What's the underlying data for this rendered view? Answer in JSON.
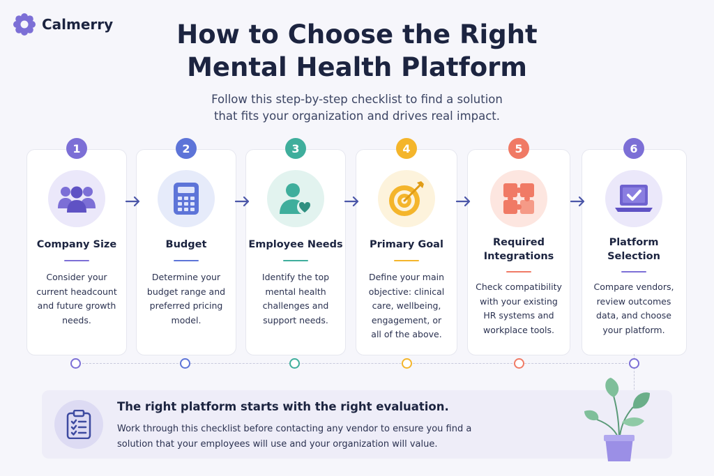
{
  "brand": {
    "name": "Calmerry"
  },
  "header": {
    "title_line1": "How to Choose the Right",
    "title_line2": "Mental Health Platform",
    "subtitle_line1": "Follow this step-by-step checklist to find a solution",
    "subtitle_line2": "that fits your organization and drives real impact."
  },
  "steps": [
    {
      "number": "1",
      "title": "Company Size",
      "desc": "Consider your current headcount and future growth needs.",
      "color": "#7c6fd6",
      "icon": "people-icon"
    },
    {
      "number": "2",
      "title": "Budget",
      "desc": "Determine your budget range and preferred pricing model.",
      "color": "#5d74d8",
      "icon": "calculator-icon"
    },
    {
      "number": "3",
      "title": "Employee Needs",
      "desc": "Identify the top mental health challenges and support needs.",
      "color": "#3fae9c",
      "icon": "person-heart-icon"
    },
    {
      "number": "4",
      "title": "Primary Goal",
      "desc": "Define your main objective: clinical care, wellbeing, engagement, or all of the above.",
      "color": "#f4b52b",
      "icon": "target-icon"
    },
    {
      "number": "5",
      "title_line1": "Required",
      "title_line2": "Integrations",
      "desc": "Check compatibility with your existing HR systems and workplace tools.",
      "color": "#f07a65",
      "icon": "puzzle-icon"
    },
    {
      "number": "6",
      "title_line1": "Platform",
      "title_line2": "Selection",
      "desc": "Compare vendors, review outcomes data, and choose your platform.",
      "color": "#7c6fd6",
      "icon": "laptop-check-icon"
    }
  ],
  "callout": {
    "title": "The right platform starts with the right evaluation.",
    "text": "Work through this checklist before contacting any vendor to ensure you find a solution that your employees will use and your organization will value."
  }
}
